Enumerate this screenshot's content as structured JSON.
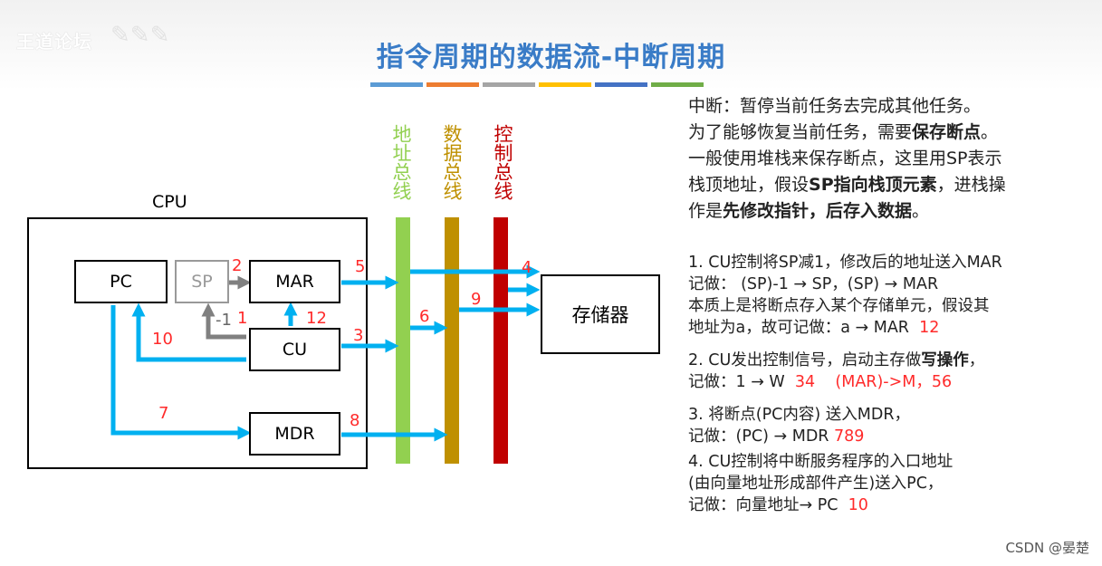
{
  "header": {
    "logo": "王道论坛",
    "title": "指令周期的数据流-中断周期",
    "divider_colors": [
      "#5b9bd5",
      "#ed7d31",
      "#a5a5a5",
      "#ffc000",
      "#4472c4",
      "#70ad47"
    ]
  },
  "description": {
    "line1": "中断：暂停当前任务去完成其他任务。",
    "line2_pre": "为了能够恢复当前任务，需要",
    "line2_bold": "保存断点",
    "line2_post": "。",
    "line3": "一般使用堆栈来保存断点，这里用SP表示",
    "line4_pre": "栈顶地址，假设",
    "line4_bold": "SP指向栈顶元素",
    "line4_post": "，进栈操",
    "line5_pre": "作是",
    "line5_bold": "先修改指针，后存入数据",
    "line5_post": "。"
  },
  "steps": {
    "s1_l1": "1. CU控制将SP减1，修改后的地址送入MAR",
    "s1_l2": "记做： (SP)-1 → SP，(SP) → MAR",
    "s1_l3": "本质上是将断点存入某个存储单元，假设其",
    "s1_l4": "地址为a，故可记做：a → MAR",
    "s1_mark": "12",
    "s2_l1_pre": "2. CU发出控制信号，启动主存做",
    "s2_l1_bold": "写操作",
    "s2_l1_post": "，",
    "s2_l2": "记做：1 → W",
    "s2_mark": "34    (MAR)->M，56",
    "s3_l1": "3. 将断点(PC内容) 送入MDR，",
    "s3_l2": "记做：(PC) → MDR",
    "s3_mark": "789",
    "s4_l1": "4. CU控制将中断服务程序的入口地址",
    "s4_l2": "(由向量地址形成部件产生)送入PC，",
    "s4_l3": "记做：向量地址→ PC",
    "s4_mark": "10"
  },
  "diagram": {
    "cpu_label": "CPU",
    "pc": "PC",
    "sp": "SP",
    "mar": "MAR",
    "cu": "CU",
    "mdr": "MDR",
    "memory": "存储器",
    "minus_one": "-1",
    "bus_address": "地址总线",
    "bus_data": "数据总线",
    "bus_control": "控制总线",
    "bus_colors": {
      "address": "#92d050",
      "data": "#bf9000",
      "control": "#c00000"
    },
    "arrow_color": "#00b0f0",
    "labels": {
      "n1": "1",
      "n2": "2",
      "n3": "3",
      "n4": "4",
      "n5": "5",
      "n6": "6",
      "n7": "7",
      "n8": "8",
      "n9": "9",
      "n10": "10",
      "n12": "12"
    }
  },
  "watermark": "CSDN @晏楚"
}
